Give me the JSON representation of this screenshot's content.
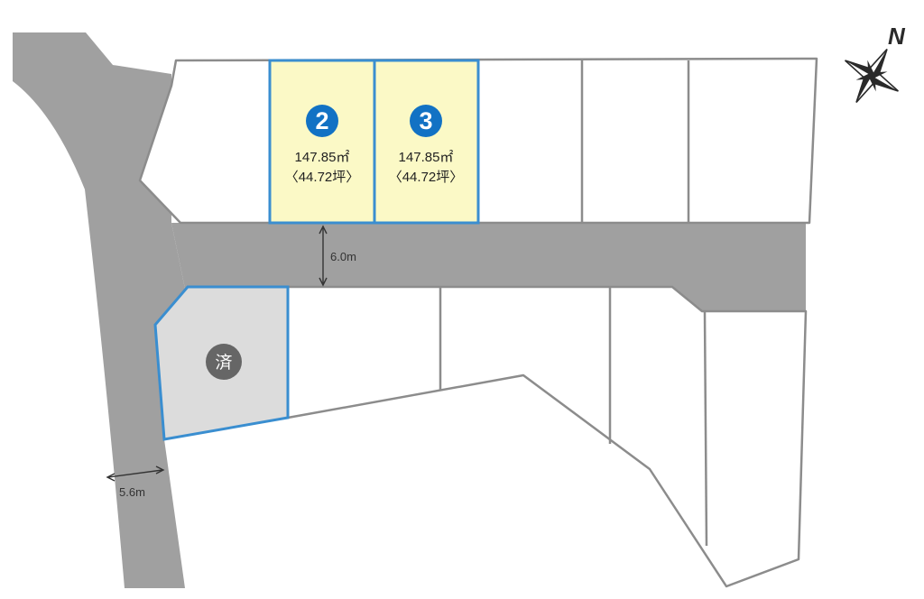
{
  "lots": {
    "lot2": {
      "number": "2",
      "area_m2": "147.85㎡",
      "area_tsubo": "〈44.72坪〉"
    },
    "lot3": {
      "number": "3",
      "area_m2": "147.85㎡",
      "area_tsubo": "〈44.72坪〉"
    },
    "sold": {
      "label": "済"
    }
  },
  "dimensions": {
    "main_road_width": "6.0m",
    "side_road_width": "5.6m"
  },
  "compass": {
    "north_label": "N"
  },
  "colors": {
    "road": "#a0a0a0",
    "available_fill": "#fbf9c6",
    "highlight_border": "#3a8ed0",
    "badge": "#1272c4",
    "sold_fill": "#dcdcdc",
    "sold_badge": "#666666"
  }
}
